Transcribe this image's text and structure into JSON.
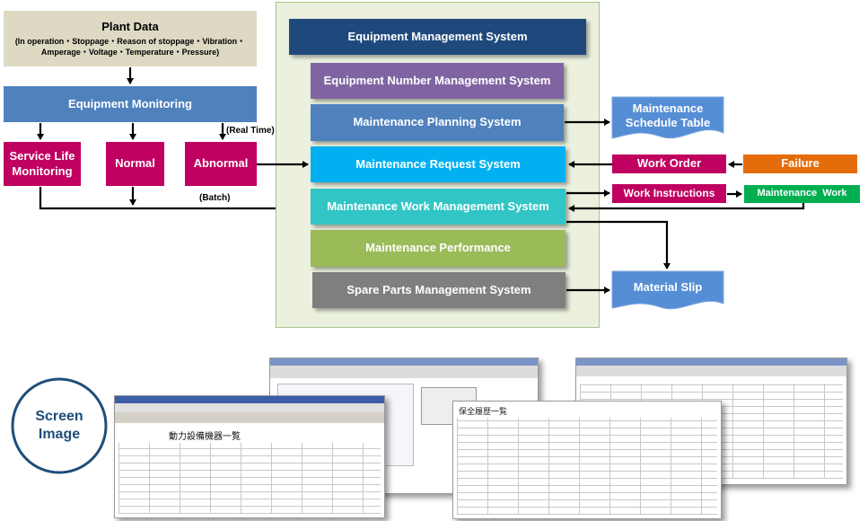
{
  "plant_data": {
    "title": "Plant Data",
    "detail_line1": "(In operation・Stoppage・Reason of stoppage・Vibration・",
    "detail_line2": "Amperage・Voltage・Temperature・Pressure)"
  },
  "monitoring": {
    "title": "Equipment Monitoring",
    "service_life": "Service Life Monitoring",
    "normal": "Normal",
    "abnormal": "Abnormal",
    "real_time_label": "(Real Time)",
    "batch_label": "(Batch)"
  },
  "system": {
    "title": "Equipment Management System",
    "modules": [
      "Equipment Number Management System",
      "Maintenance Planning System",
      "Maintenance Request System",
      "Maintenance Work Management System",
      "Maintenance Performance",
      "Spare Parts Management System"
    ]
  },
  "outputs": {
    "schedule_table": "Maintenance Schedule Table",
    "work_order": "Work Order",
    "failure": "Failure",
    "work_instructions": "Work Instructions",
    "maintenance_work": "Maintenance  Work",
    "material_slip": "Material Slip"
  },
  "screen_image": {
    "label": "Screen Image",
    "screen1_title": "動力設備機器一覧",
    "screen3_title": "保全履歴一覧"
  },
  "colors": {
    "plant_data": "#ddd9c3",
    "monitoring": "#4f81bd",
    "alert": "#c00060",
    "system_title": "#1f497d",
    "equipment_number": "#8064a2",
    "planning": "#4f81bd",
    "request": "#00b0f0",
    "work_mgmt": "#31c5c5",
    "performance": "#9bbb59",
    "spare_parts": "#7f7f7f",
    "failure": "#e46c0a",
    "maintenance_work": "#00b050",
    "document": "#558ed5"
  }
}
